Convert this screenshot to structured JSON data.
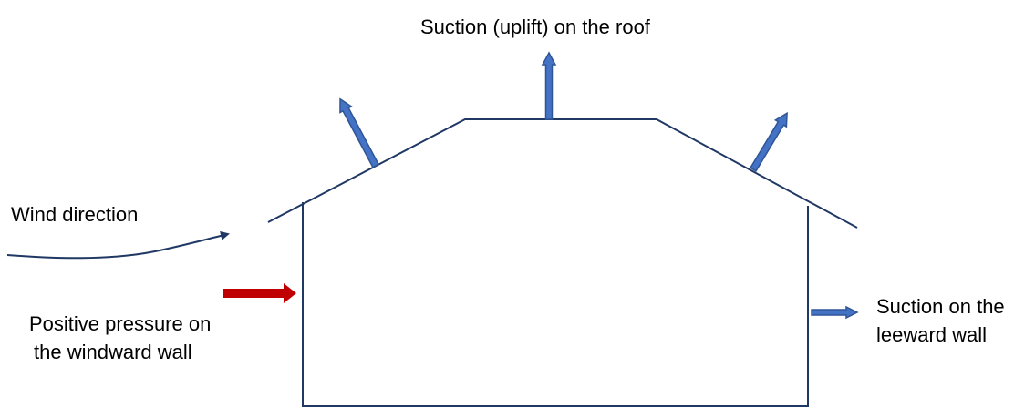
{
  "labels": {
    "roof_suction": "Suction (uplift) on the roof",
    "wind_direction": "Wind direction",
    "positive_pressure_line1": "Positive pressure on",
    "positive_pressure_line2": "the windward wall",
    "leeward_line1": "Suction on the",
    "leeward_line2": "leeward wall"
  },
  "colors": {
    "outline": "#1f3864",
    "suction_arrow_fill": "#4472c4",
    "suction_arrow_stroke": "#2f5597",
    "pressure_arrow": "#c00000",
    "text": "#000000"
  }
}
